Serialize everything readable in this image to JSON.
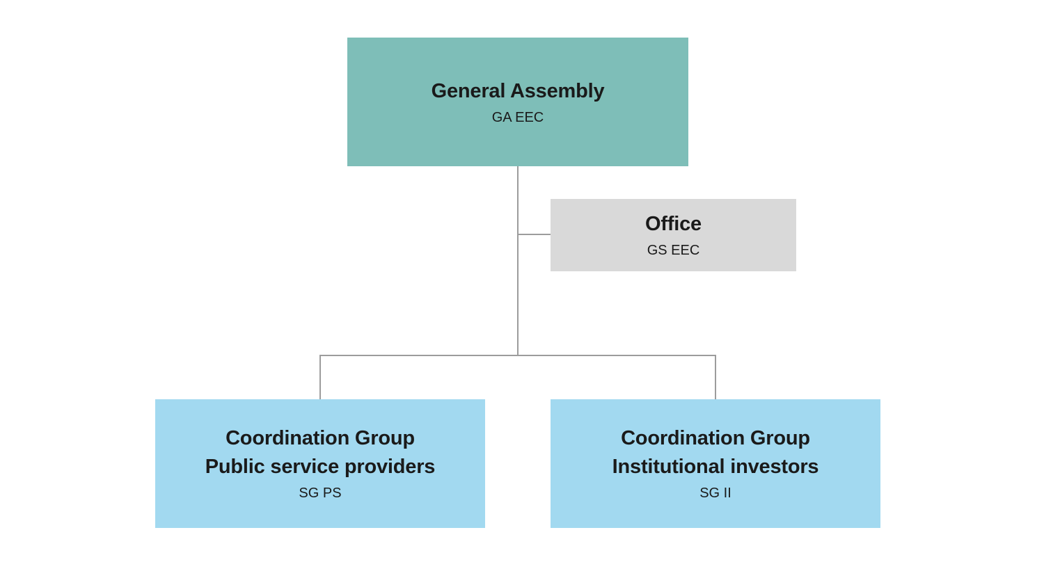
{
  "diagram": {
    "type": "org-chart",
    "background_color": "#ffffff",
    "connector_color": "#9c9c9c",
    "text_color": "#1a1a1a",
    "nodes": {
      "general_assembly": {
        "title": "General Assembly",
        "subtitle": "GA EEC",
        "color": "#7ebeb8"
      },
      "office": {
        "title": "Office",
        "subtitle": "GS EEC",
        "color": "#d9d9d9"
      },
      "cg_public_service": {
        "title_line1": "Coordination Group",
        "title_line2": "Public service providers",
        "subtitle": "SG PS",
        "color": "#a2d9f0"
      },
      "cg_institutional": {
        "title_line1": "Coordination Group",
        "title_line2": "Institutional investors",
        "subtitle": "SG II",
        "color": "#a2d9f0"
      }
    },
    "edges": [
      {
        "from": "general_assembly",
        "to": "office"
      },
      {
        "from": "general_assembly",
        "to": "cg_public_service"
      },
      {
        "from": "general_assembly",
        "to": "cg_institutional"
      }
    ]
  }
}
